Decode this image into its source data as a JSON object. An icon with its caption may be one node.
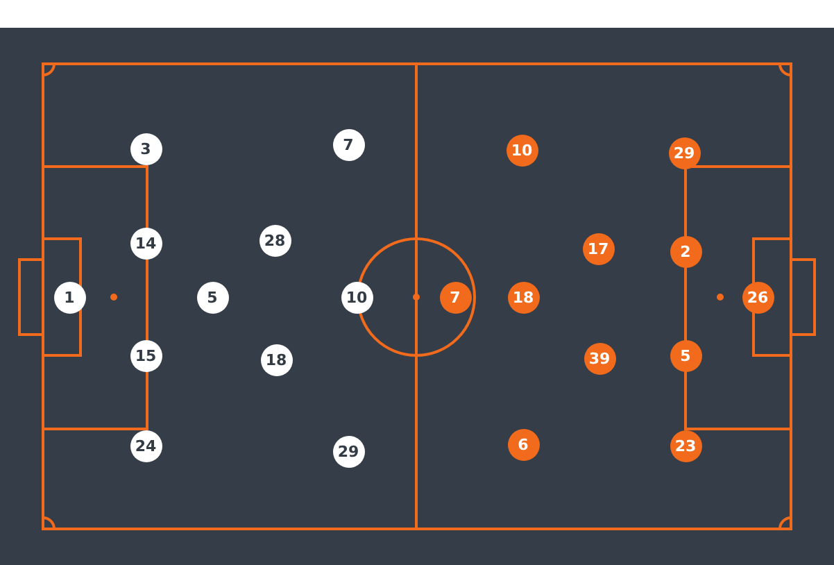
{
  "diagram": {
    "nodes": [
      {
        "text": [
          "3"
        ]
      },
      {
        "text": [
          "7"
        ]
      },
      {
        "text": [
          "10"
        ]
      },
      {
        "text": [
          "29"
        ]
      },
      {
        "text": [
          "14"
        ]
      },
      {
        "text": [
          "28"
        ]
      },
      {
        "text": [
          "17"
        ]
      },
      {
        "text": [
          "2"
        ]
      },
      {
        "text": [
          "1"
        ]
      },
      {
        "text": [
          "5"
        ]
      },
      {
        "text": [
          "10"
        ]
      },
      {
        "text": [
          "7"
        ]
      },
      {
        "text": [
          "18"
        ]
      },
      {
        "text": [
          "26"
        ]
      },
      {
        "text": [
          "15"
        ]
      },
      {
        "text": [
          "18"
        ]
      },
      {
        "text": [
          "39"
        ]
      },
      {
        "text": [
          "5"
        ]
      },
      {
        "text": [
          "24"
        ]
      },
      {
        "text": [
          "29"
        ]
      },
      {
        "text": [
          "6"
        ]
      },
      {
        "text": [
          "23"
        ]
      }
    ]
  }
}
